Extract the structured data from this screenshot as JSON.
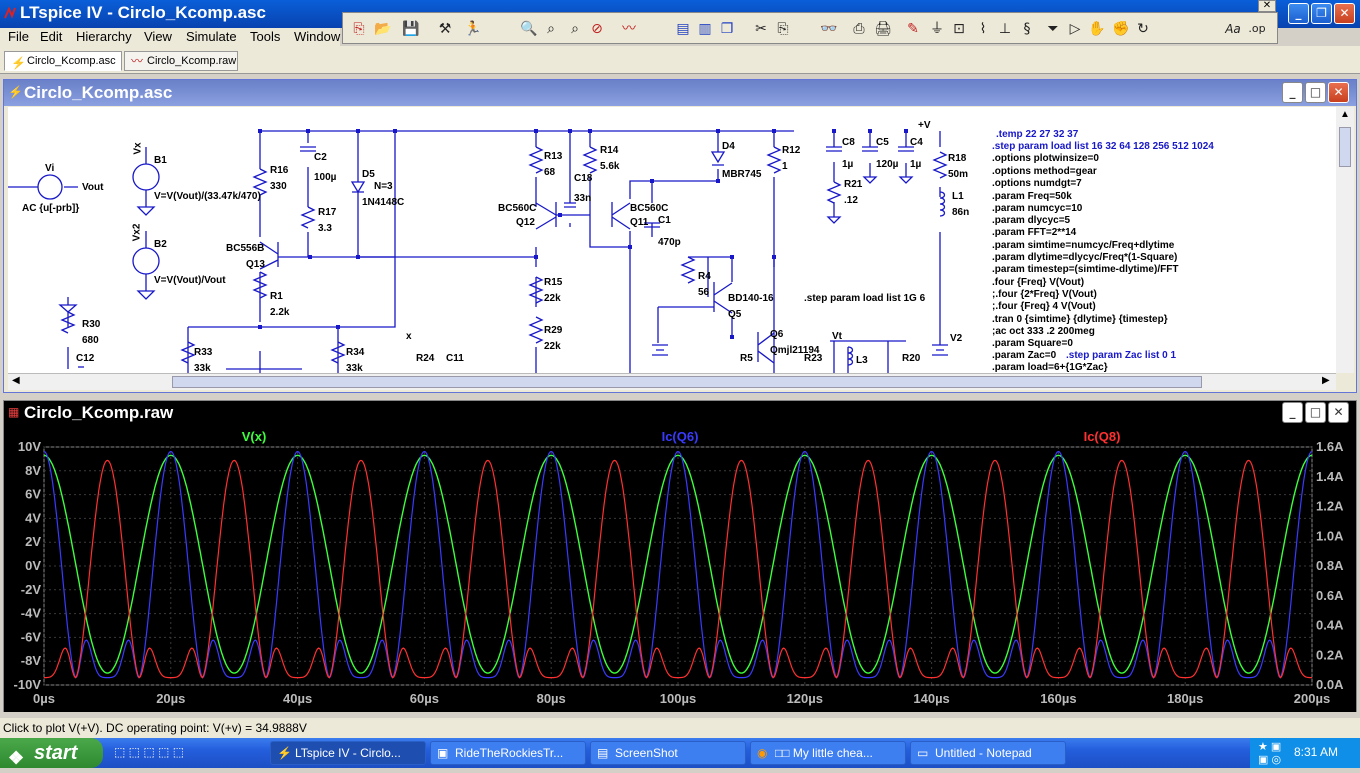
{
  "window": {
    "title": "LTspice IV - Circlo_Kcomp.asc"
  },
  "menu": [
    "File",
    "Edit",
    "Hierarchy",
    "View",
    "Simulate",
    "Tools",
    "Window"
  ],
  "toolbar": {
    "icons": [
      "new-schematic-icon",
      "open-icon",
      "save-icon",
      "control-panel-icon",
      "run-icon",
      "zoom-in-icon",
      "zoom-pan-icon",
      "zoom-out-icon",
      "zoom-cancel-icon",
      "plot-icon",
      "tile-h-icon",
      "tile-v-icon",
      "cascade-icon",
      "cut-icon",
      "copy-icon",
      "find-icon",
      "undo-print-icon",
      "print-icon",
      "wire-icon",
      "ground-icon",
      "label-icon",
      "resistor-icon",
      "capacitor-icon",
      "inductor-icon",
      "diode-icon",
      "component-icon",
      "move-icon",
      "drag-icon",
      "redo-icon",
      "text-icon",
      "spice-directive-icon"
    ],
    "text_label": "Aa",
    "directive_label": ".op"
  },
  "tabs": [
    {
      "label": "Circlo_Kcomp.asc",
      "active": true
    },
    {
      "label": "Circlo_Kcomp.raw",
      "active": false
    }
  ],
  "schematic": {
    "title": "Circlo_Kcomp.asc",
    "labels": [
      "Vi",
      "Vout",
      "AC {u[-prb]}",
      "Vx",
      "B1",
      "V=V(Vout)/(33.47k/470)",
      "Vx2",
      "B2",
      "V=V(Vout)/Vout",
      "R16",
      "330",
      "BC556B",
      "Q13",
      "R1",
      "2.2k",
      "C2",
      "100µ",
      "R17",
      "3.3",
      "D5",
      "N=3",
      "1N4148C",
      "R30",
      "680",
      "C12",
      "R33",
      "33k",
      "R34",
      "33k",
      "x",
      "R24",
      "C11",
      "R13",
      "68",
      "BC560C",
      "Q12",
      "R15",
      "22k",
      "R29",
      "22k",
      "C18",
      "33n",
      "R14",
      "5.6k",
      "BC560C",
      "Q11",
      "C1",
      "470p",
      "D4",
      "MBR745",
      "R12",
      "1",
      "R4",
      "56",
      "BD140-16",
      "Q5",
      "Q6",
      "R5",
      "Qmjl21194",
      "R23",
      "Vt",
      "L3",
      "R20",
      "C8",
      "1µ",
      "R21",
      ".12",
      "C5",
      "120µ",
      "C4",
      "1µ",
      "+V",
      "R18",
      "50m",
      "L1",
      "86n",
      "V2",
      ".step param load list 1G 6"
    ],
    "directives_blue": [
      ".temp 22 27 32 37",
      ".step param load list 16 32 64 128 256 512 1024",
      ".step param Zac list 0 1"
    ],
    "directives": [
      ".options plotwinsize=0",
      ".options method=gear",
      ".options numdgt=7",
      ".param Freq=50k",
      ".param numcyc=10",
      ".param dlycyc=5",
      ".param FFT=2**14",
      ".param simtime=numcyc/Freq+dlytime",
      ".param dlytime=dlycyc/Freq*(1-Square)",
      ".param timestep=(simtime-dlytime)/FFT",
      ".four {Freq} V(Vout)",
      ";.four {2*Freq} V(Vout)",
      ";.four {Freq} 4 V(Vout)",
      ".tran 0 {simtime} {dlytime} {timestep}",
      ";ac oct 333 .2 200meg",
      ".param Square=0",
      ".param Zac=0",
      ".param load=6+{1G*Zac}"
    ]
  },
  "waveform": {
    "title": "Circlo_Kcomp.raw"
  },
  "chart_data": {
    "type": "line",
    "x_label_ticks": [
      "0µs",
      "20µs",
      "40µs",
      "60µs",
      "80µs",
      "100µs",
      "120µs",
      "140µs",
      "160µs",
      "180µs",
      "200µs"
    ],
    "y_left_ticks": [
      "10V",
      "8V",
      "6V",
      "4V",
      "2V",
      "0V",
      "-2V",
      "-4V",
      "-6V",
      "-8V",
      "-10V"
    ],
    "y_right_ticks": [
      "1.6A",
      "1.4A",
      "1.2A",
      "1.0A",
      "0.8A",
      "0.6A",
      "0.4A",
      "0.2A",
      "0.0A"
    ],
    "xlim": [
      0,
      200
    ],
    "ylim_left": [
      -10,
      10
    ],
    "ylim_right": [
      0,
      1.6
    ],
    "series": [
      {
        "name": "V(x)",
        "color": "#3cff3c",
        "axis": "left",
        "period_us": 20,
        "peak": 9.3,
        "trough": -9.0,
        "phase_us": -5,
        "min_envelope": -7.5
      },
      {
        "name": "Ic(Q6)",
        "color": "#3a3aff",
        "axis": "right",
        "period_us": 20,
        "peak": 1.52,
        "trough": 0.0,
        "phase_us": -5,
        "small_peak": 0.28
      },
      {
        "name": "Ic(Q8)",
        "color": "#ff3030",
        "axis": "right",
        "period_us": 20,
        "peak": 1.46,
        "trough": 0.0,
        "phase_us": 5,
        "small_peak": 0.22
      }
    ]
  },
  "status": "Click to plot V(+V).  DC operating point: V(+v) = 34.9888V",
  "taskbar": {
    "start": "start",
    "tasks": [
      "LTspice IV - Circlo...",
      "RideTheRockiesTr...",
      "ScreenShot",
      "□□ My little chea...",
      "Untitled - Notepad"
    ],
    "clock": "8:31 AM"
  }
}
